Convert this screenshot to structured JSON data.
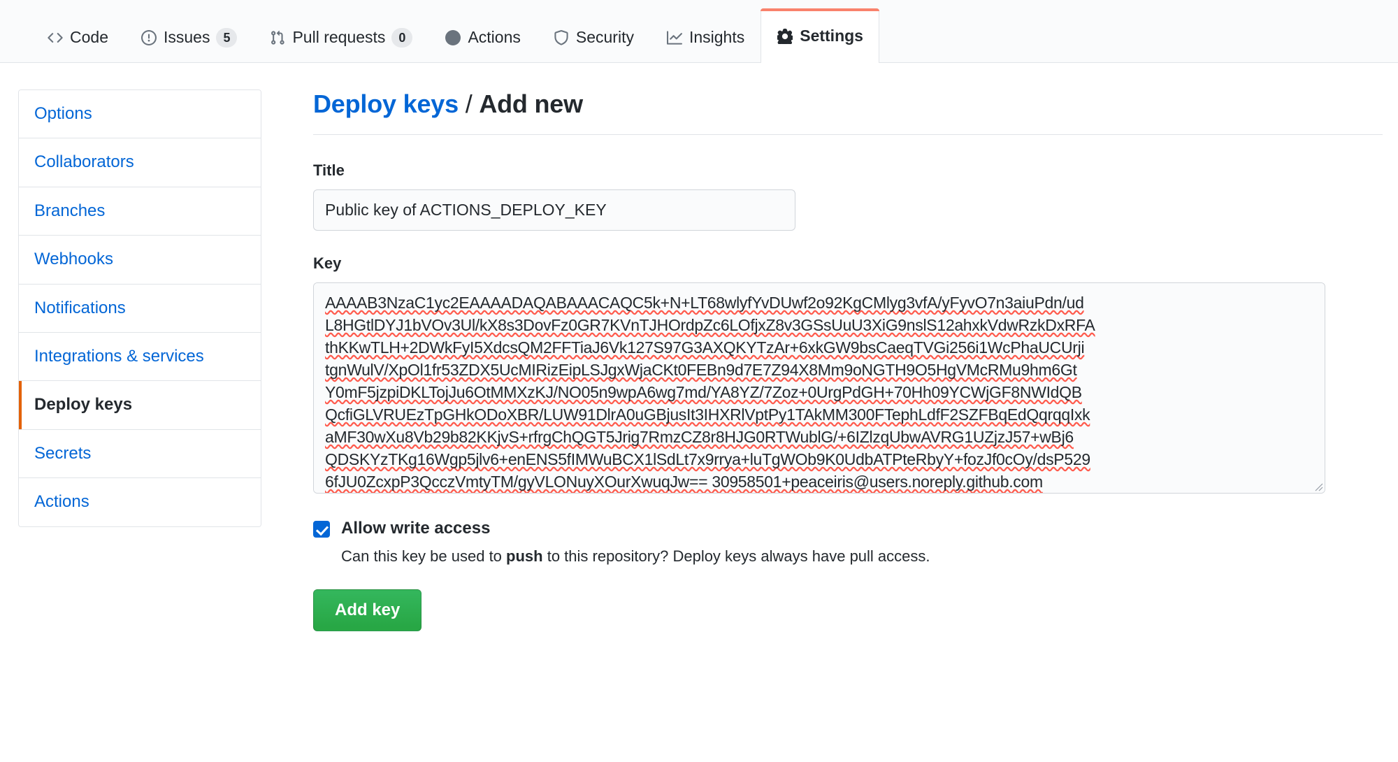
{
  "nav": {
    "tabs": [
      {
        "label": "Code",
        "icon": "code-icon",
        "count": null,
        "selected": false
      },
      {
        "label": "Issues",
        "icon": "issue-icon",
        "count": "5",
        "selected": false
      },
      {
        "label": "Pull requests",
        "icon": "git-pull-icon",
        "count": "0",
        "selected": false
      },
      {
        "label": "Actions",
        "icon": "play-icon",
        "count": null,
        "selected": false
      },
      {
        "label": "Security",
        "icon": "shield-icon",
        "count": null,
        "selected": false
      },
      {
        "label": "Insights",
        "icon": "graph-icon",
        "count": null,
        "selected": false
      },
      {
        "label": "Settings",
        "icon": "gear-icon",
        "count": null,
        "selected": true
      }
    ],
    "selected_accent": "#f9826c"
  },
  "sidebar": {
    "items": [
      {
        "label": "Options",
        "selected": false
      },
      {
        "label": "Collaborators",
        "selected": false
      },
      {
        "label": "Branches",
        "selected": false
      },
      {
        "label": "Webhooks",
        "selected": false
      },
      {
        "label": "Notifications",
        "selected": false
      },
      {
        "label": "Integrations & services",
        "selected": false
      },
      {
        "label": "Deploy keys",
        "selected": true
      },
      {
        "label": "Secrets",
        "selected": false
      },
      {
        "label": "Actions",
        "selected": false
      }
    ],
    "selected_accent": "#e36209",
    "link_color": "#0366d6"
  },
  "main": {
    "breadcrumb_link": "Deploy keys",
    "breadcrumb_sep": " / ",
    "breadcrumb_current": "Add new",
    "title_field": {
      "label": "Title",
      "value": "Public key of ACTIONS_DEPLOY_KEY",
      "placeholder": ""
    },
    "key_field": {
      "label": "Key",
      "placeholder": "",
      "lines": [
        "AAAAB3NzaC1yc2EAAAADAQABAAACAQC5k+N+LT68wlyfYvDUwf2o92KgCMlyg3vfA/yFyvO7n3aiuPdn/ud",
        "L8HGtlDYJ1bVOv3Ul/kX8s3DovFz0GR7KVnTJHOrdpZc6LOfjxZ8v3GSsUuU3XiG9nslS12ahxkVdwRzkDxRFA",
        "thKKwTLH+2DWkFyI5XdcsQM2FFTiaJ6Vk127S97G3AXQKYTzAr+6xkGW9bsCaeqTVGi256i1WcPhaUCUrji",
        "tgnWulV/XpOl1fr53ZDX5UcMIRizEipLSJgxWjaCKt0FEBn9d7E7Z94X8Mm9oNGTH9O5HgVMcRMu9hm6Gt",
        "Y0mF5jzpiDKLTojJu6OtMMXzKJ/NO05n9wpA6wg7md/YA8YZ/7Zoz+0UrgPdGH+70Hh09YCWjGF8NWIdQB",
        "QcfiGLVRUEzTpGHkODoXBR/LUW91DlrA0uGBjusIt3IHXRlVptPy1TAkMM300FTephLdfF2SZFBqEdQqrqqIxk",
        "aMF30wXu8Vb29b82KKjvS+rfrgChQGT5Jrig7RmzCZ8r8HJG0RTWublG/+6IZlzqUbwAVRG1UZjzJ57+wBj6",
        "QDSKYzTKg16Wgp5jlv6+enENS5fIMWuBCX1lSdLt7x9rrya+luTgWOb9K0UdbATPteRbyY+fozJf0cOy/dsP529",
        "6fJU0ZcxpP3QcczVmtyTM/gyVLONuyXOurXwuqJw== 30958501+peaceiris@users.noreply.github.com"
      ]
    },
    "allow_write": {
      "checked": true,
      "title": "Allow write access",
      "note_before": "Can this key be used to ",
      "note_bold": "push",
      "note_after": " to this repository? Deploy keys always have pull access."
    },
    "submit_label": "Add key",
    "submit_color": "#28a745"
  }
}
